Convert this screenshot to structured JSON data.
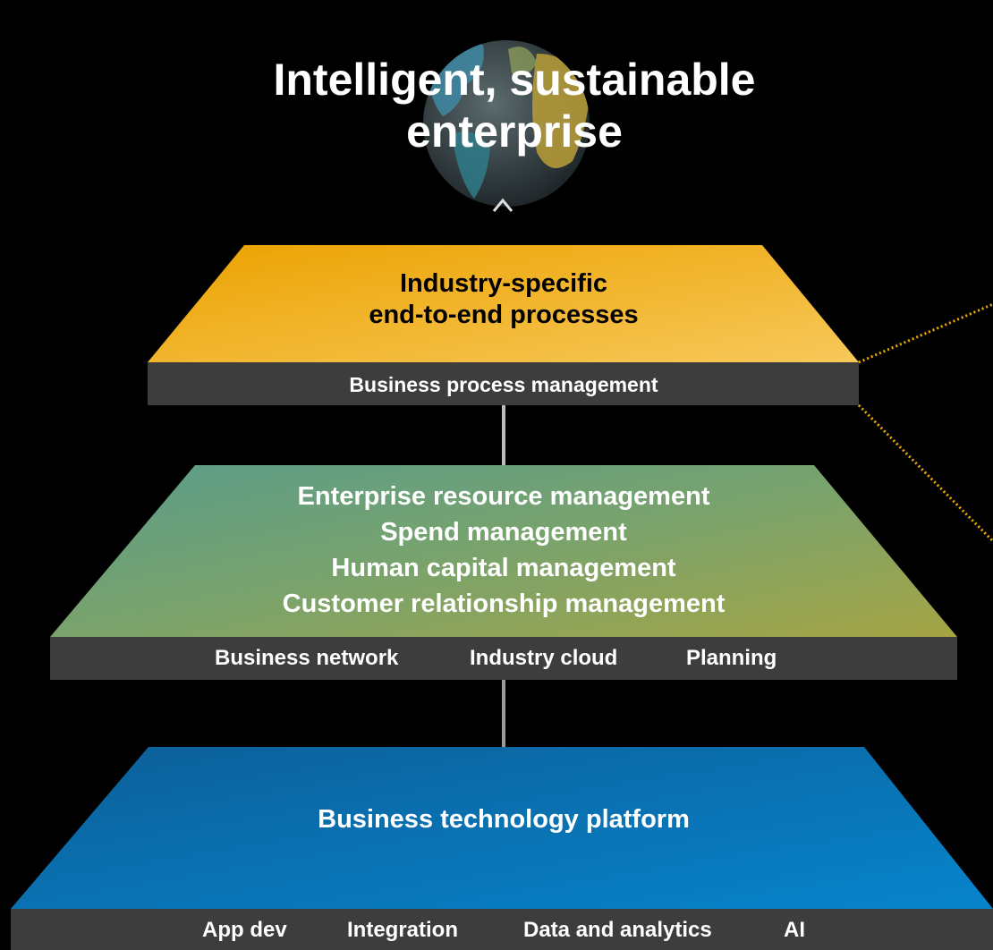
{
  "title": "Intelligent, sustainable enterprise",
  "layers": {
    "top": {
      "label_line1": "Industry-specific",
      "label_line2": "end-to-end processes",
      "bar_label": "Business process management"
    },
    "middle": {
      "items": [
        "Enterprise resource management",
        "Spend management",
        "Human capital management",
        "Customer relationship management"
      ],
      "bar_items": [
        "Business network",
        "Industry cloud",
        "Planning"
      ]
    },
    "bottom": {
      "label": "Business technology platform",
      "bar_items": [
        "App dev",
        "Integration",
        "Data and analytics",
        "AI"
      ]
    }
  },
  "colors": {
    "background": "#000000",
    "top_layer": "#f0ab00",
    "middle_layer": "#5f9a7c",
    "bottom_layer": "#0a6fb0",
    "bar": "#3b3b3b",
    "connector": "#f0ab00"
  },
  "icons": {
    "globe": "globe-icon",
    "arrow": "arrow-up-icon"
  }
}
